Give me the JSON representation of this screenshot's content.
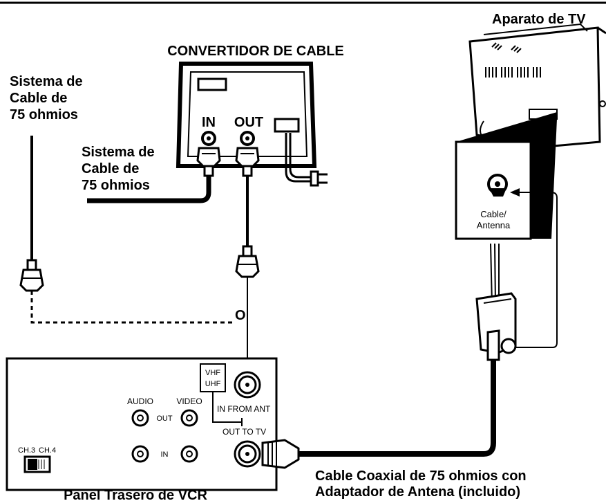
{
  "labels": {
    "tv_title": "Aparato de TV",
    "converter_title": "CONVERTIDOR DE CABLE",
    "cable_system_line1": "Sistema de",
    "cable_system_line2": "Cable de",
    "cable_system_line3": "75 ohmios",
    "converter_in": "IN",
    "converter_out": "OUT",
    "or_label": "O",
    "tv_input_line1": "Cable/",
    "tv_input_line2": "Antenna",
    "vhf": "VHF",
    "uhf": "UHF",
    "audio": "AUDIO",
    "video": "VIDEO",
    "out": "OUT",
    "in": "IN",
    "in_from_ant": "IN FROM ANT",
    "out_to_tv": "OUT TO TV",
    "ch3": "CH.3",
    "ch4": "CH.4",
    "vcr_panel": "Panel Trasero de VCR",
    "coax_line1": "Cable Coaxial de 75 ohmios con",
    "coax_line2": "Adaptador de Antena (incluido)"
  }
}
